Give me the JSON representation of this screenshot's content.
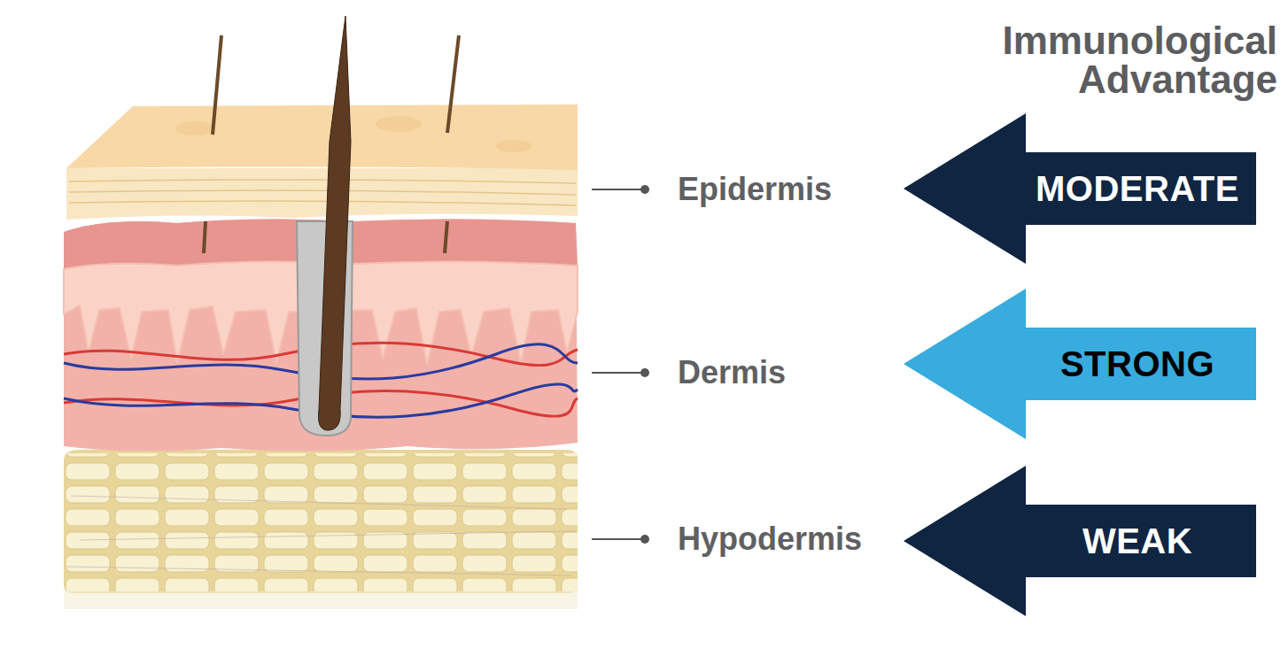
{
  "diagram": {
    "title": "Immunological Advantage",
    "nodes": [
      {
        "text": [
          "MODERATE"
        ]
      },
      {
        "text": [
          "STRONG"
        ]
      },
      {
        "text": [
          "WEAK"
        ]
      }
    ],
    "labels": [
      "Epidermis",
      "Dermis",
      "Hypodermis"
    ]
  }
}
